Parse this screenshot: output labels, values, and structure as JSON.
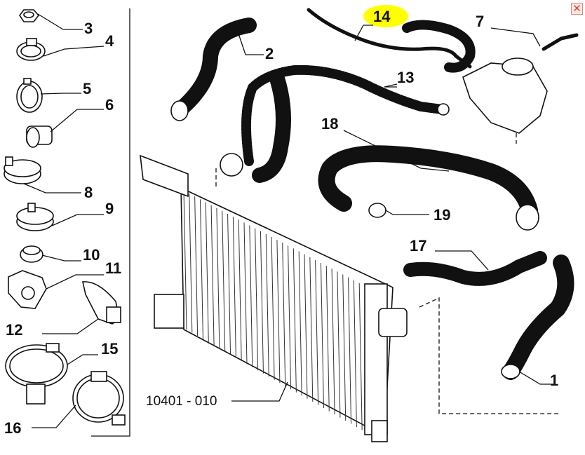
{
  "diagram": {
    "highlight_color": "#ffff00",
    "line_color": "#111111",
    "highlighted_label": "14",
    "drawing_code": "10401 - 010",
    "labels": [
      "1",
      "2",
      "3",
      "4",
      "5",
      "6",
      "7",
      "8",
      "9",
      "10",
      "11",
      "12",
      "13",
      "14",
      "15",
      "16",
      "17",
      "18",
      "19"
    ]
  },
  "close_button": {
    "icon": "close-icon",
    "glyph": "✕",
    "color": "#d9472f"
  }
}
